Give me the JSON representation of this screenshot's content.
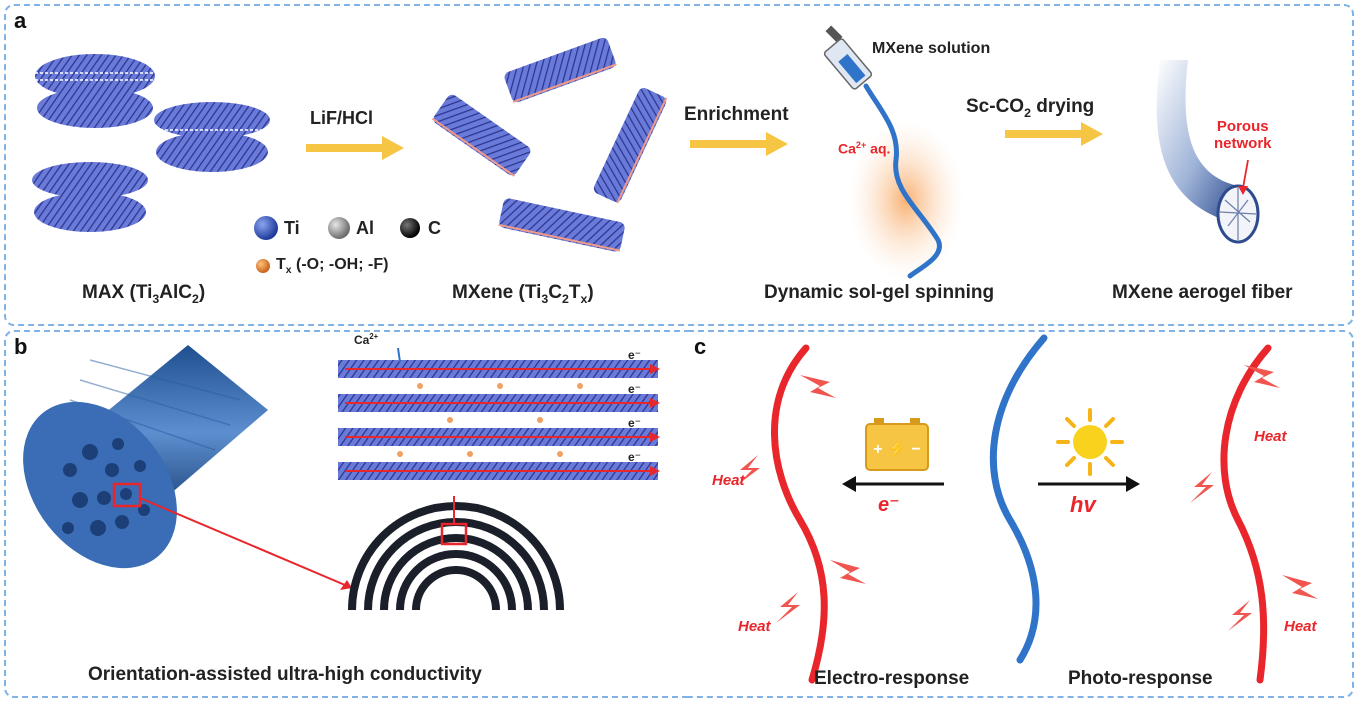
{
  "panel_a": {
    "letter": "a",
    "max_caption_prefix": "MAX (Ti",
    "max_caption_sub1": "3",
    "max_caption_mid": "AlC",
    "max_caption_sub2": "2",
    "max_caption_suffix": ")",
    "etch_label": "LiF/HCl",
    "legend": {
      "ti": "Ti",
      "al": "Al",
      "c": "C",
      "tx_prefix": "T",
      "tx_sub": "x",
      "tx_suffix": " (-O; -OH; -F)"
    },
    "mxene_caption_prefix": "MXene (Ti",
    "mxene_caption_sub1": "3",
    "mxene_caption_mid": "C",
    "mxene_caption_sub2": "2",
    "mxene_caption_mid2": "T",
    "mxene_caption_sub3": "x",
    "mxene_caption_suffix": ")",
    "enrichment_label": "Enrichment",
    "solution_label": "MXene solution",
    "ca_label_prefix": "Ca",
    "ca_label_sup": "2+",
    "ca_label_suffix": " aq.",
    "spinning_caption": "Dynamic sol-gel spinning",
    "drying_prefix": "Sc-CO",
    "drying_sub": "2",
    "drying_suffix": " drying",
    "porous_label_1": "Porous",
    "porous_label_2": "network",
    "fiber_caption": "MXene aerogel fiber"
  },
  "panel_b": {
    "letter": "b",
    "ca_prefix": "Ca",
    "ca_sup": "2+",
    "electron": "e⁻",
    "caption": "Orientation-assisted ultra-high conductivity"
  },
  "panel_c": {
    "letter": "c",
    "heat_label": "Heat",
    "electron_label": "e⁻",
    "photon_label": "hv",
    "electro_caption": "Electro-response",
    "photo_caption": "Photo-response"
  },
  "colors": {
    "mxene_blue": "#3c4fb0",
    "fiber_blue": "#2f74c8",
    "heat_red": "#e8262b",
    "arrow_yellow": "#f6c544",
    "panel_border": "#7fb3e6"
  },
  "icons": [
    "battery-icon",
    "sun-icon",
    "syringe-icon",
    "lightning-icon"
  ]
}
